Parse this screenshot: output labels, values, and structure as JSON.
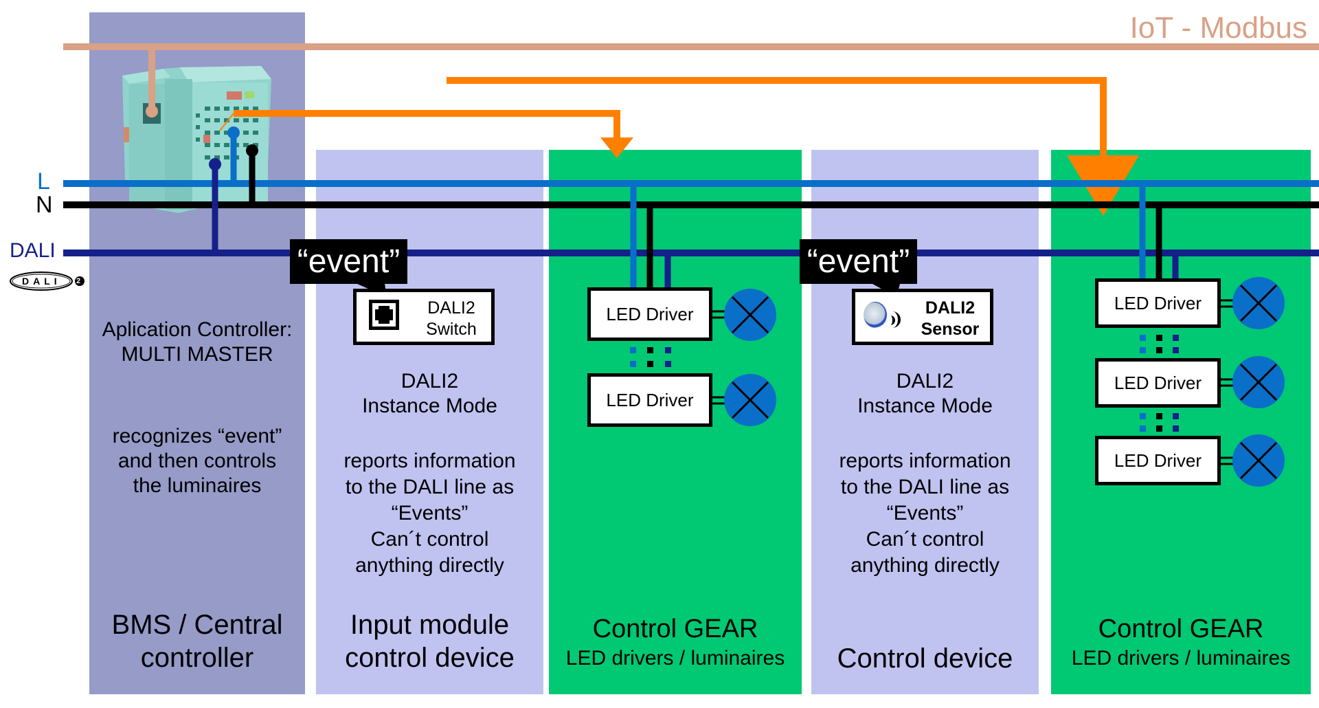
{
  "bus_lines": {
    "iot": {
      "label": "IoT - Modbus",
      "color": "#d9a186"
    },
    "live": {
      "label": "L",
      "color": "#0a6fc8"
    },
    "neutral": {
      "label": "N",
      "color": "#000000"
    },
    "dali": {
      "label": "DALI",
      "color": "#16208a"
    },
    "dali_logo": {
      "text": "DALI",
      "badge": "2"
    }
  },
  "signal_arrow_color": "#ff8000",
  "panels": {
    "bms": {
      "description_1": "Aplication Controller:",
      "description_2": "MULTI MASTER",
      "description_3": "recognizes “event”",
      "description_4": "and then controls",
      "description_5": "the luminaires",
      "title_1": "BMS / Central",
      "title_2": "controller",
      "color": "#969bc8"
    },
    "input_module": {
      "event_label": "“event”",
      "device_line_1": "DALI2",
      "device_line_2": "Switch",
      "mode_1": "DALI2",
      "mode_2": "Instance Mode",
      "info_1": "reports information",
      "info_2": "to the DALI line as",
      "info_3": "“Events”",
      "info_4": "Can´t control",
      "info_5": "anything directly",
      "title_1": "Input module",
      "title_2": "control device",
      "color": "#c0c3f0"
    },
    "control_gear_1": {
      "drivers": [
        "LED Driver",
        "LED Driver"
      ],
      "title": "Control GEAR",
      "subtitle": "LED drivers /  luminaires",
      "color": "#00c873"
    },
    "control_device": {
      "event_label": "“event”",
      "device_line_1": "DALI2",
      "device_line_2": "Sensor",
      "mode_1": "DALI2",
      "mode_2": "Instance Mode",
      "info_1": "reports information",
      "info_2": "to the DALI line as",
      "info_3": "“Events”",
      "info_4": "Can´t control",
      "info_5": "anything directly",
      "title": "Control device",
      "color": "#c0c3f0"
    },
    "control_gear_2": {
      "drivers": [
        "LED Driver",
        "LED Driver",
        "LED Driver"
      ],
      "title": "Control GEAR",
      "subtitle": "LED drivers /  luminaires",
      "color": "#00c873"
    }
  },
  "luminaire_color": "#0a6fc8"
}
